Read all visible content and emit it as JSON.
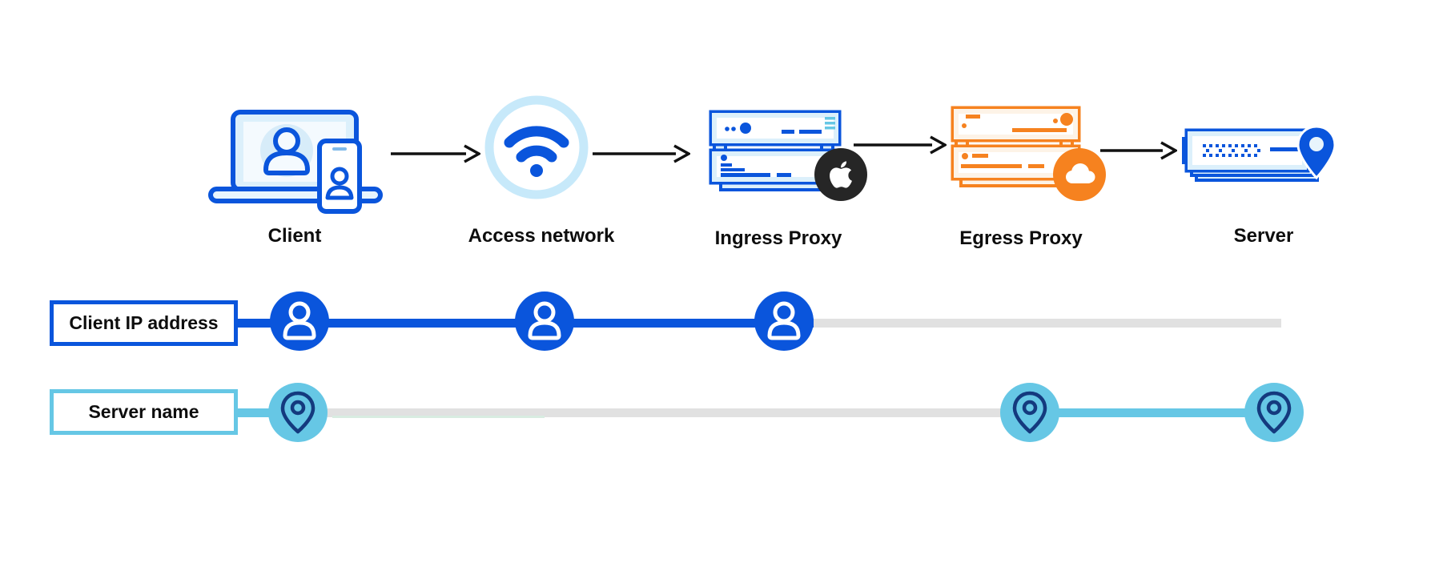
{
  "stages": [
    {
      "label": "Client",
      "icon": "laptop-phone-icon"
    },
    {
      "label": "Access network",
      "icon": "wifi-icon"
    },
    {
      "label": "Ingress Proxy",
      "icon": "blue-server-stack-icon",
      "badge": "apple-logo-badge"
    },
    {
      "label": "Egress Proxy",
      "icon": "orange-server-stack-icon",
      "badge": "cloudflare-logo-badge"
    },
    {
      "label": "Server",
      "icon": "server-location-icon"
    }
  ],
  "tracks": [
    {
      "label": "Client IP address",
      "marker": "person-icon",
      "color": "#0a55dc",
      "visible_through": [
        "Client",
        "Access network",
        "Ingress Proxy"
      ]
    },
    {
      "label": "Server name",
      "marker": "location-pin-icon",
      "color": "#66c7e5",
      "visible_through": [
        "Client",
        "Egress Proxy",
        "Server"
      ]
    }
  ],
  "colors": {
    "blue": "#0a55dc",
    "light_blue": "#66c7e5",
    "pale_blue_fill": "#dcf0fb",
    "wifi_ring": "#c7e9fa",
    "orange": "#f6821f",
    "pale_orange_fill": "#fdf3e7",
    "pin_navy": "#143a7e",
    "track_gray": "#e1e1e1",
    "badge_black": "#262626",
    "arrow_black": "#111111"
  }
}
